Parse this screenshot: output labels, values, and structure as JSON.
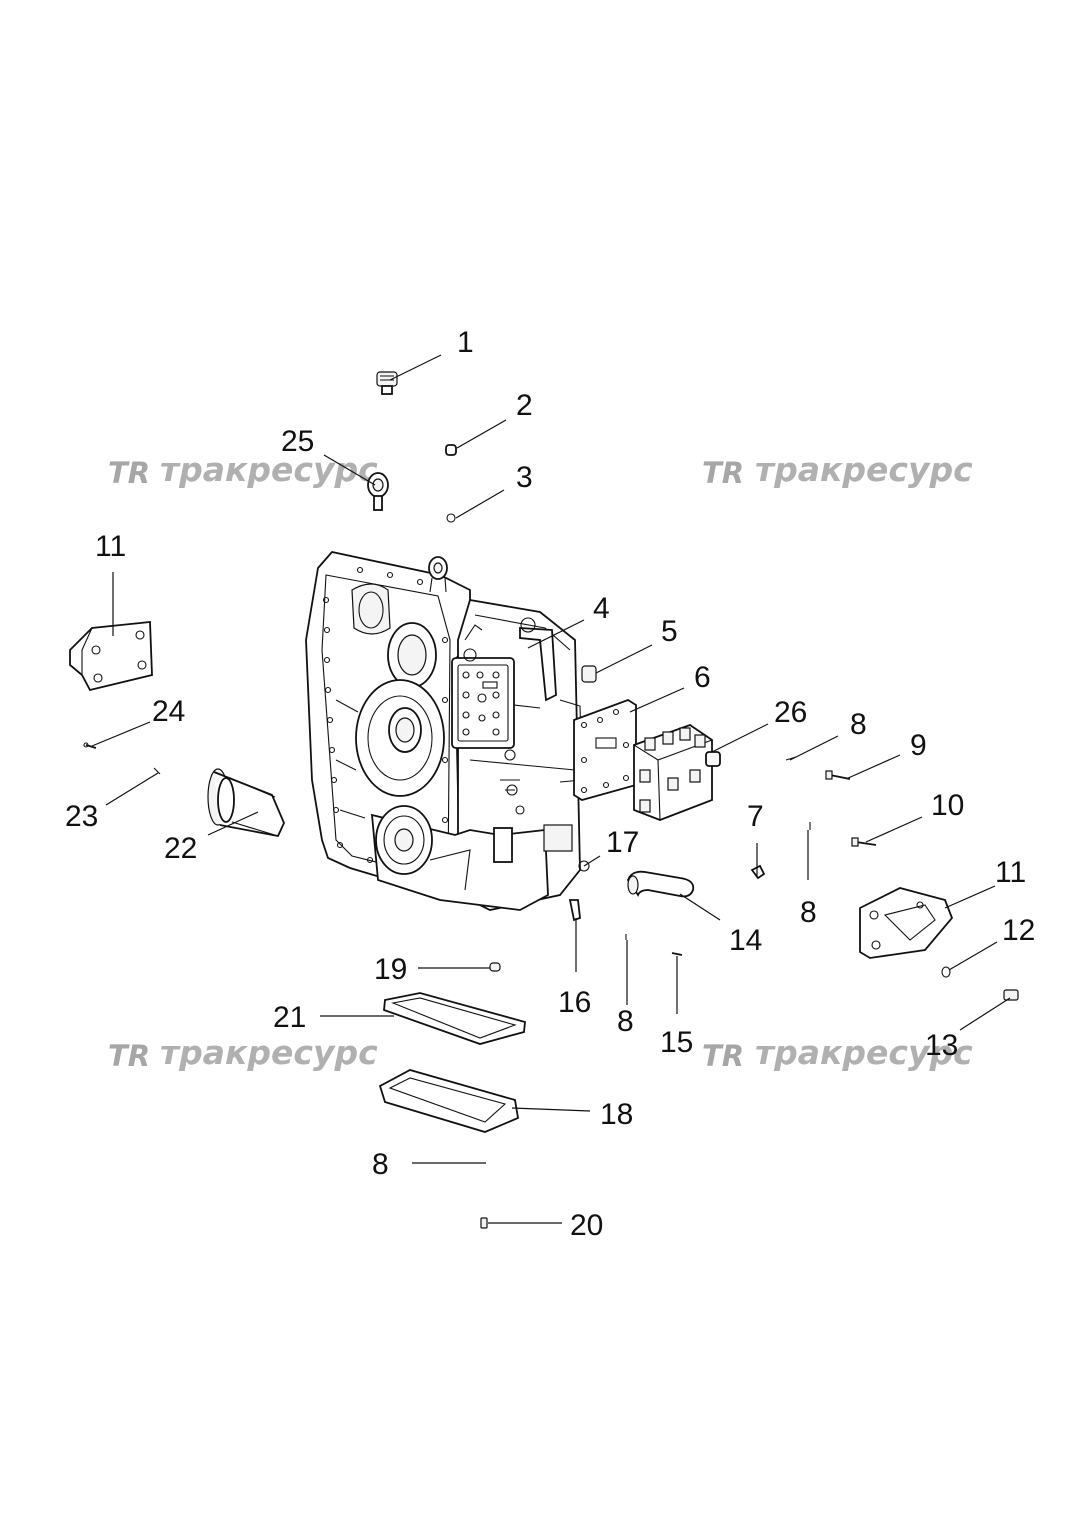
{
  "diagram": {
    "watermark_text": "тракресурс",
    "watermark_mark": "TR",
    "callouts": [
      {
        "id": "c1",
        "label": "1"
      },
      {
        "id": "c2",
        "label": "2"
      },
      {
        "id": "c3",
        "label": "3"
      },
      {
        "id": "c4",
        "label": "4"
      },
      {
        "id": "c5",
        "label": "5"
      },
      {
        "id": "c6",
        "label": "6"
      },
      {
        "id": "c7",
        "label": "7"
      },
      {
        "id": "c8a",
        "label": "8"
      },
      {
        "id": "c8b",
        "label": "8"
      },
      {
        "id": "c8c",
        "label": "8"
      },
      {
        "id": "c8d",
        "label": "8"
      },
      {
        "id": "c9",
        "label": "9"
      },
      {
        "id": "c10",
        "label": "10"
      },
      {
        "id": "c11a",
        "label": "11"
      },
      {
        "id": "c11b",
        "label": "11"
      },
      {
        "id": "c12",
        "label": "12"
      },
      {
        "id": "c13",
        "label": "13"
      },
      {
        "id": "c14",
        "label": "14"
      },
      {
        "id": "c15",
        "label": "15"
      },
      {
        "id": "c16",
        "label": "16"
      },
      {
        "id": "c17",
        "label": "17"
      },
      {
        "id": "c18",
        "label": "18"
      },
      {
        "id": "c19",
        "label": "19"
      },
      {
        "id": "c20",
        "label": "20"
      },
      {
        "id": "c21",
        "label": "21"
      },
      {
        "id": "c22",
        "label": "22"
      },
      {
        "id": "c23",
        "label": "23"
      },
      {
        "id": "c24",
        "label": "24"
      },
      {
        "id": "c25",
        "label": "25"
      },
      {
        "id": "c26",
        "label": "26"
      }
    ]
  }
}
